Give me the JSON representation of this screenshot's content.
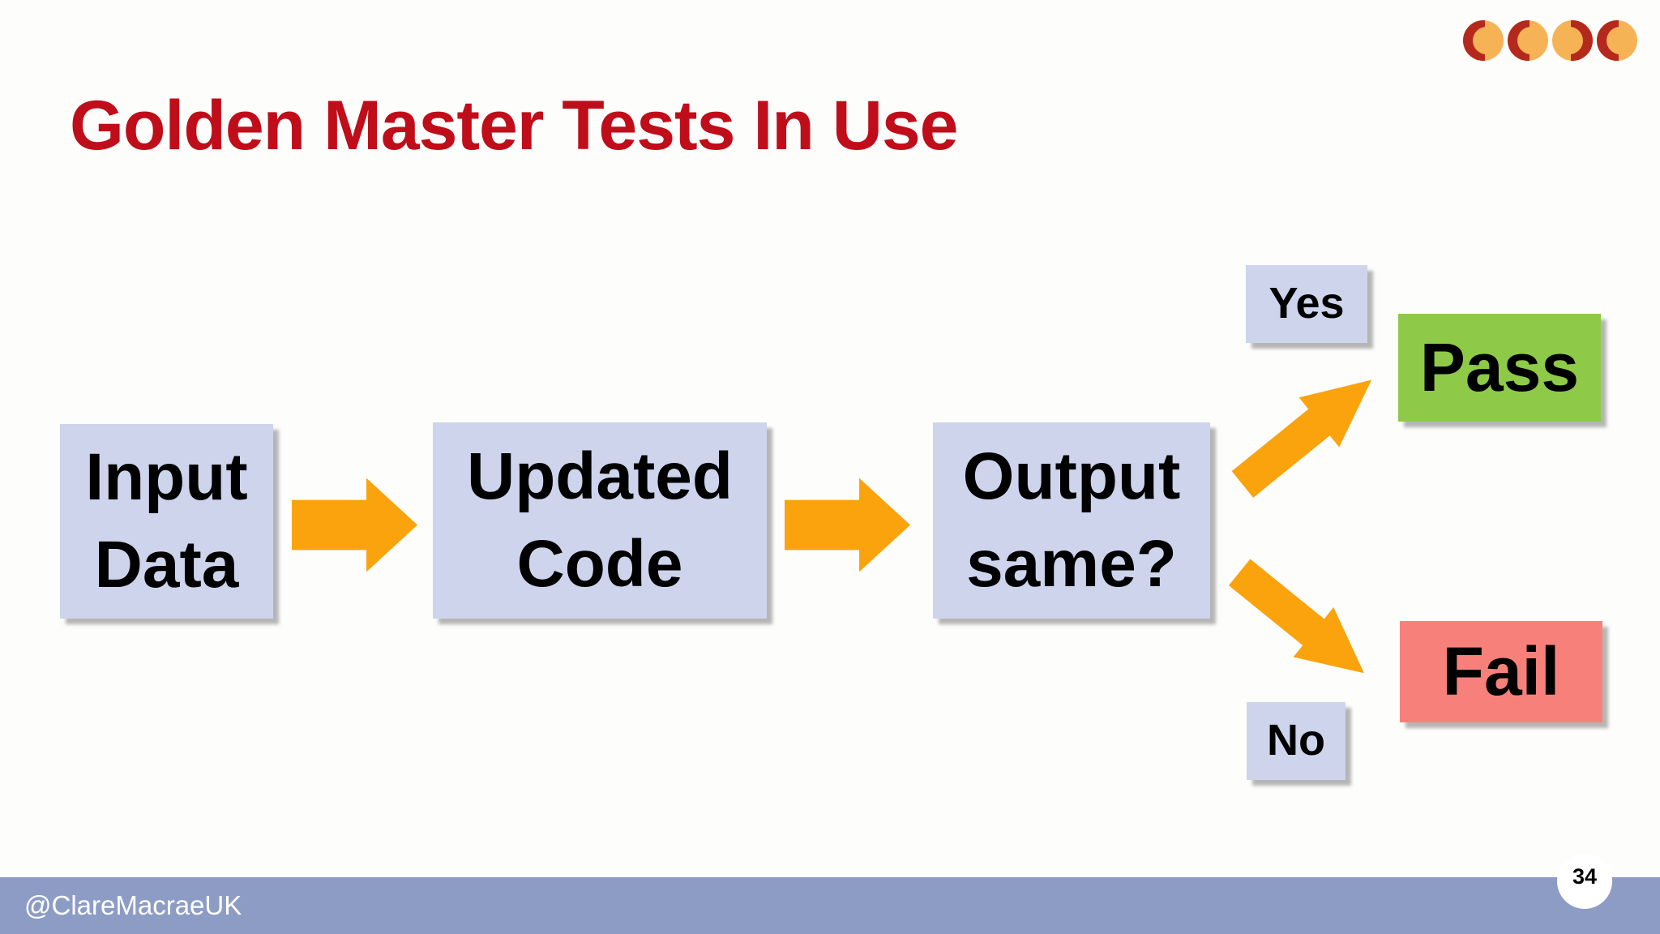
{
  "slide": {
    "title": "Golden Master Tests In Use",
    "page_number": "34",
    "footer": {
      "handle": "@ClareMacraeUK"
    }
  },
  "logo": {
    "description": "four-crescent-circles-logo",
    "colors": {
      "red": "#B5291D",
      "orange": "#F6B356"
    }
  },
  "flowchart": {
    "nodes": [
      {
        "id": "input-data",
        "lines": [
          "Input",
          "Data"
        ],
        "fill": "#CDD4EC"
      },
      {
        "id": "updated-code",
        "lines": [
          "Updated",
          "Code"
        ],
        "fill": "#CDD4EC"
      },
      {
        "id": "output-same",
        "lines": [
          "Output",
          "same?"
        ],
        "fill": "#CDD4EC"
      },
      {
        "id": "pass",
        "lines": [
          "Pass"
        ],
        "fill": "#8ECA47"
      },
      {
        "id": "fail",
        "lines": [
          "Fail"
        ],
        "fill": "#F7817A"
      }
    ],
    "branch_labels": [
      {
        "id": "yes",
        "text": "Yes",
        "fill": "#CDD4EC"
      },
      {
        "id": "no",
        "text": "No",
        "fill": "#CDD4EC"
      }
    ],
    "arrow_color": "#FBA30D"
  },
  "colors": {
    "title": "#C00D1A",
    "footer_bar": "#8C9CC4",
    "background": "#FDFDFC"
  }
}
